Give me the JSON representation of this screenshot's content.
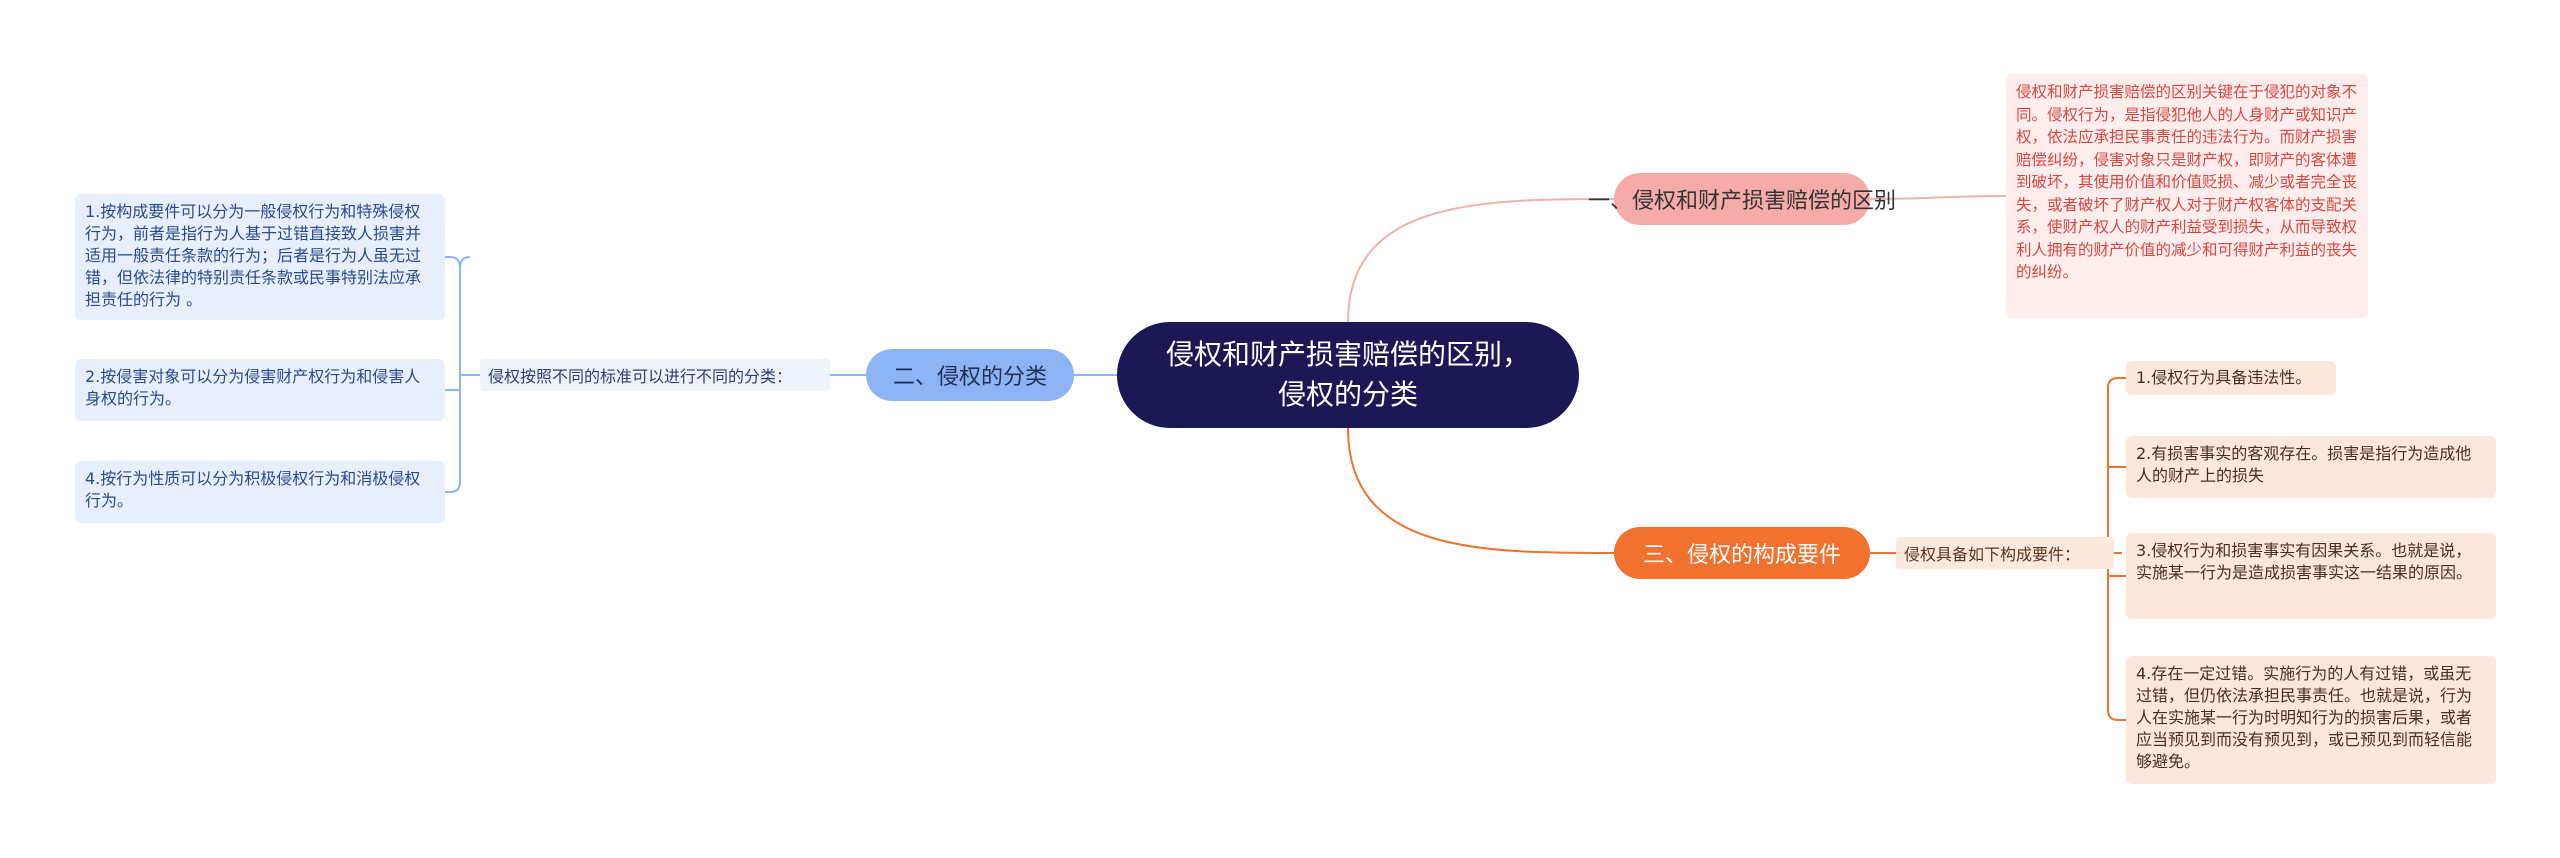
{
  "central": "侵权和财产损害赔偿的区别，侵权的分类",
  "branch1": {
    "label": "一、侵权和财产损害赔偿的区别",
    "leaf": "侵权和财产损害赔偿的区别关键在于侵犯的对象不同。侵权行为，是指侵犯他人的人身财产或知识产权，依法应承担民事责任的违法行为。而财产损害赔偿纠纷，侵害对象只是财产权，即财产的客体遭到破坏，其使用价值和价值贬损、减少或者完全丧失，或者破坏了财产权人对于财产权客体的支配关系，使财产权人的财产利益受到损失，从而导致权利人拥有的财产价值的减少和可得财产利益的丧失的纠纷。"
  },
  "branch2": {
    "label": "二、侵权的分类",
    "mid": "侵权按照不同的标准可以进行不同的分类：",
    "leaves": [
      "1.按构成要件可以分为一般侵权行为和特殊侵权行为，前者是指行为人基于过错直接致人损害并适用一般责任条款的行为；后者是行为人虽无过错，但依法律的特别责任条款或民事特别法应承担责任的行为 。",
      "2.按侵害对象可以分为侵害财产权行为和侵害人身权的行为。",
      "4.按行为性质可以分为积极侵权行为和消极侵权行为。"
    ]
  },
  "branch3": {
    "label": "三、侵权的构成要件",
    "mid": "侵权具备如下构成要件：",
    "leaves": [
      "1.侵权行为具备违法性。",
      "2.有损害事实的客观存在。损害是指行为造成他人的财产上的损失",
      "3.侵权行为和损害事实有因果关系。也就是说，实施某一行为是造成损害事实这一结果的原因。",
      "4.存在一定过错。实施行为的人有过错，或虽无过错，但仍依法承担民事责任。也就是说，行为人在实施某一行为时明知行为的损害后果，或者应当预见到而没有预见到，或已预见到而轻信能够避免。"
    ]
  },
  "colors": {
    "central": "#1c1856",
    "branch1": "#f5aca8",
    "branch2": "#8cb4f5",
    "branch3": "#f0722e"
  }
}
